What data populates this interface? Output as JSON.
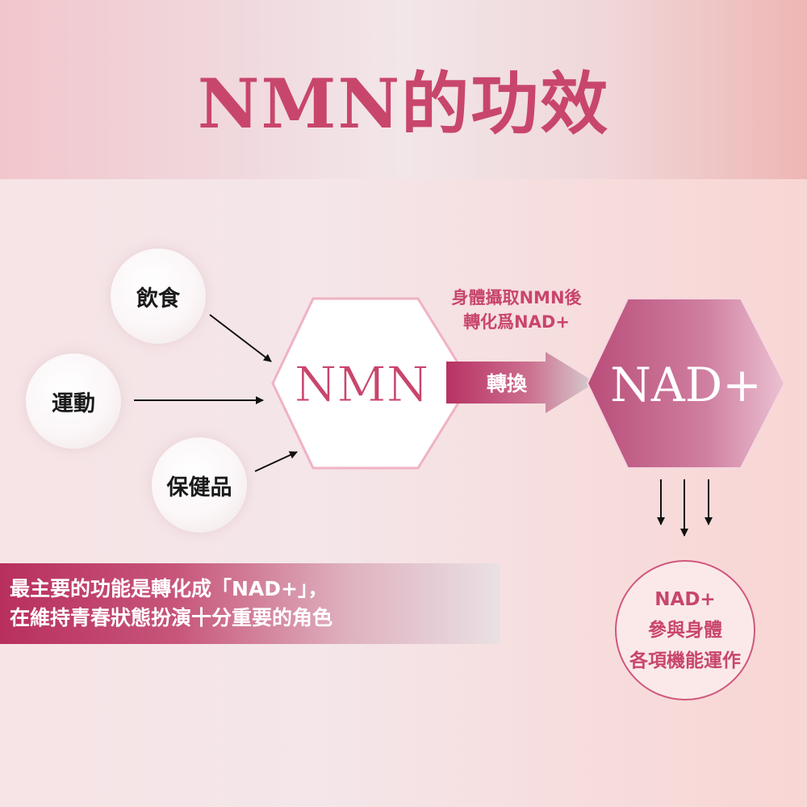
{
  "title": "NMN的功效",
  "sources": {
    "diet": "飲食",
    "exercise": "運動",
    "supplement": "保健品"
  },
  "nmn": {
    "label": "NMN",
    "absorb_line1": "身體攝取NMN後",
    "absorb_line2": "轉化爲NAD+"
  },
  "convert": {
    "label": "轉換"
  },
  "nad": {
    "label": "NAD+"
  },
  "note": {
    "line1": "最主要的功能是轉化成「NAD+」，",
    "line2": "在維持青春狀態扮演十分重要的角色"
  },
  "result": {
    "line1": "NAD+",
    "line2": "參與身體",
    "line3": "各項機能運作"
  },
  "colors": {
    "accent": "#c8466c",
    "nmn_fill": "#ffffff",
    "nmn_stroke": "#f0b2c4",
    "nad_fill_start": "#b94d79",
    "nad_fill_end": "#ebc1d2"
  }
}
